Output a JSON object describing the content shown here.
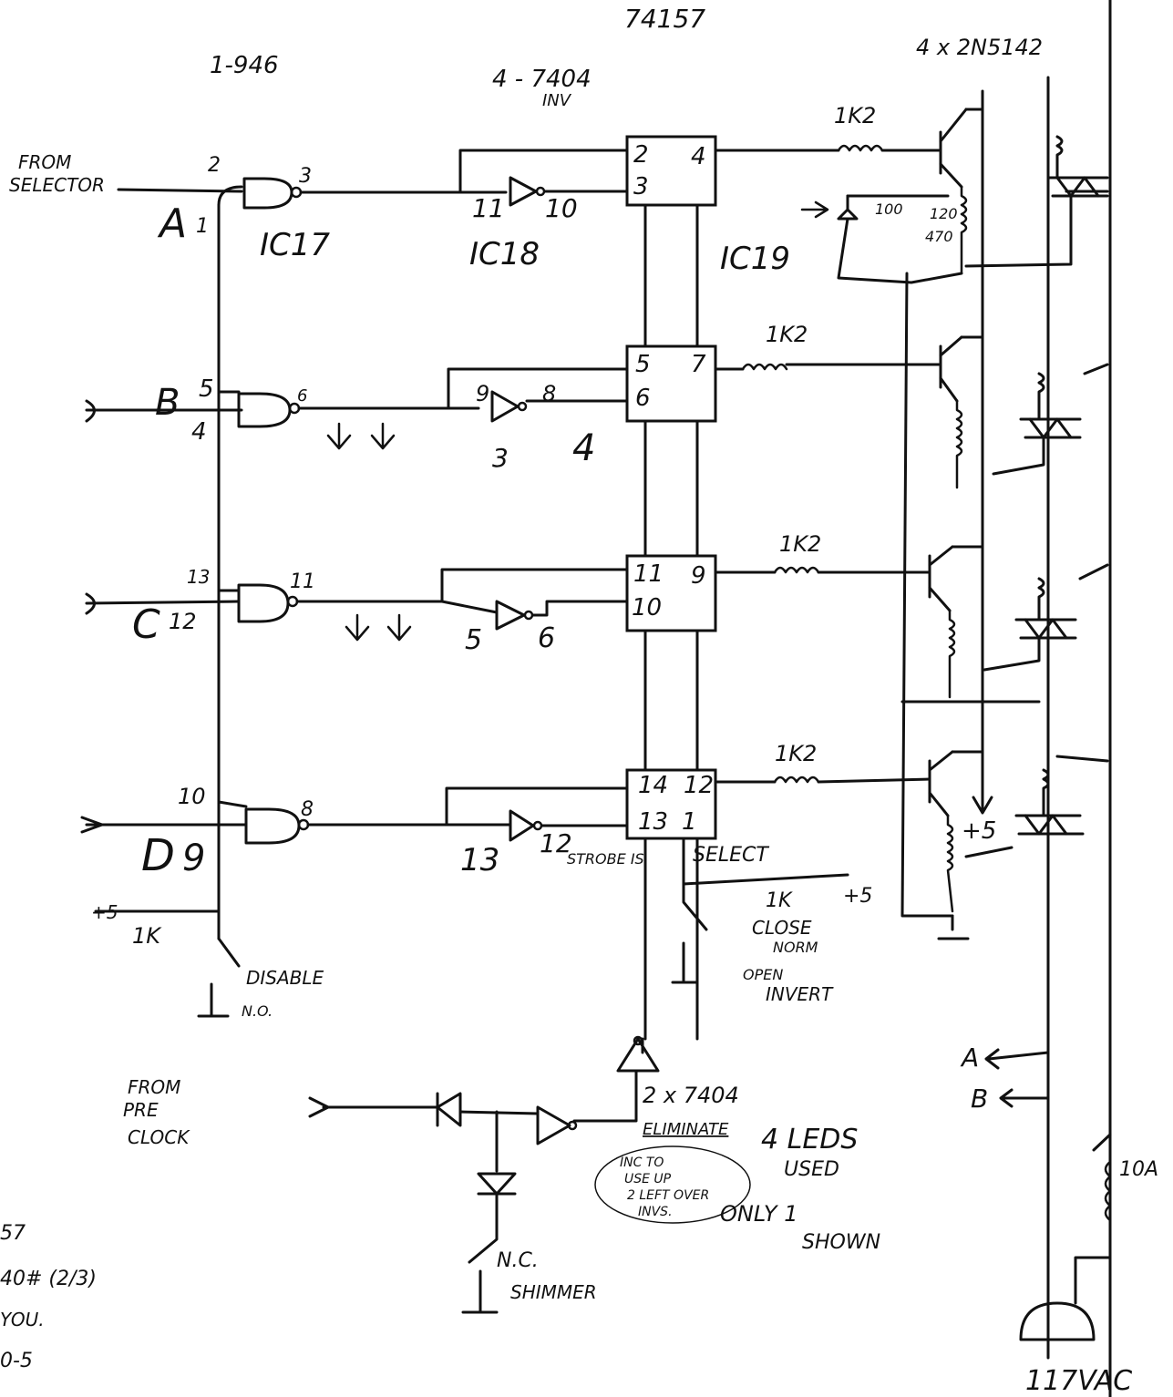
{
  "labels": {
    "ic17_part": "1-946",
    "ic18_part": "4 - 7404",
    "ic18_sub": "INV",
    "ic19_part": "74157",
    "transistor_part": "4 x 2N5142",
    "from_selector_1": "FROM",
    "from_selector_2": "SELECTOR",
    "ic17": "IC17",
    "ic18": "IC18",
    "ic19": "IC19",
    "input_a": "A",
    "input_b": "B",
    "input_c": "C",
    "input_d": "D",
    "res_1k2_a": "1K2",
    "res_1k2_b": "1K2",
    "res_1k2_c": "1K2",
    "res_1k2_d": "1K2",
    "res_100": "100",
    "res_120": "120",
    "res_470": "470",
    "res_1k_a": "1K",
    "res_1k_b": "1K",
    "plus5_a": "+5",
    "plus5_b": "+5",
    "plus5_c": "+5",
    "strobe": "STROBE IS",
    "select": "SELECT",
    "close": "CLOSE",
    "norm": "NORM",
    "open": "OPEN",
    "invert": "INVERT",
    "disable": "DISABLE",
    "no": "N.O.",
    "from_pre_1": "FROM",
    "from_pre_2": "PRE",
    "from_pre_3": "CLOCK",
    "inv_2x": "2 x 7404",
    "eliminate": "ELIMINATE",
    "note_1": "INC TO",
    "note_2": "USE UP",
    "note_3": "2 LEFT OVER",
    "note_4": "INVS.",
    "leds_1": "4 LEDS",
    "leds_2": "USED",
    "only_1": "ONLY 1",
    "only_2": "SHOWN",
    "nc": "N.C.",
    "shimmer": "SHIMMER",
    "out_a": "A",
    "out_b": "B",
    "fuse": "10A",
    "vac": "117VAC",
    "margin_1": "57",
    "margin_2": "40# (2/3)",
    "margin_3": "YOU.",
    "margin_4": "0-5"
  },
  "pins": {
    "g1_in": "2",
    "g1_in2": "1",
    "g1_out": "3",
    "g2_in": "5",
    "g2_in2": "4",
    "g2_out": "6",
    "g3_in": "13",
    "g3_in2": "12",
    "g3_out": "11",
    "g4_in": "10",
    "g4_in2": "9",
    "g4_out": "8",
    "i1_in": "11",
    "i1_out": "10",
    "i2_in": "9",
    "i2_in_b": "3",
    "i2_out": "8",
    "i2_out_b": "4",
    "i3_in": "5",
    "i3_out": "6",
    "i4_in": "13",
    "i4_out": "12",
    "m1_a": "2",
    "m1_b": "3",
    "m1_y": "4",
    "m2_a": "5",
    "m2_b": "6",
    "m2_y": "7",
    "m3_a": "11",
    "m3_b": "10",
    "m3_y": "9",
    "m4_a": "14",
    "m4_b": "13",
    "m4_y": "12",
    "m4_s": "1"
  }
}
